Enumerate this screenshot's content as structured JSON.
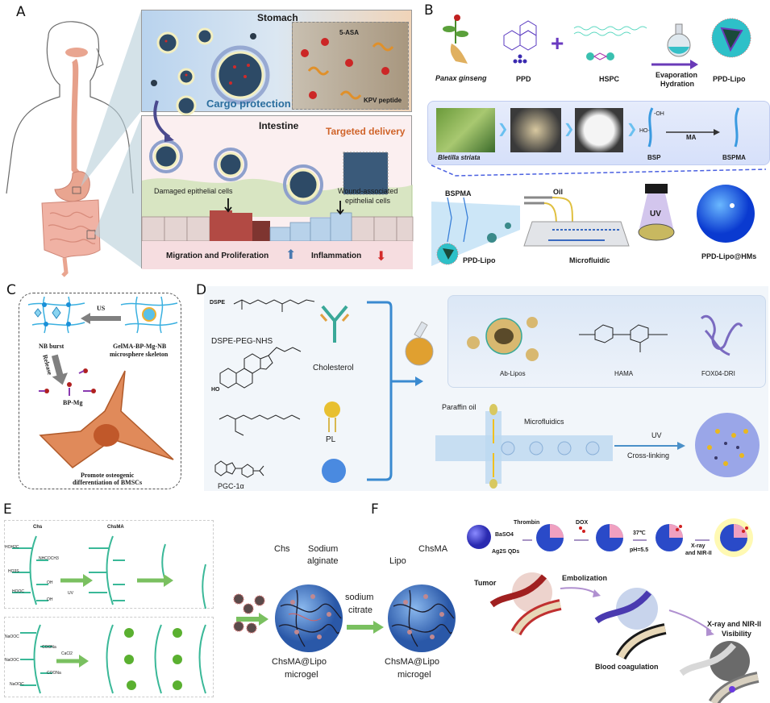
{
  "panels": {
    "A": {
      "label": "A",
      "stomach": {
        "title": "Stomach",
        "cargo_protection": "Cargo protection",
        "asa_label": "5-ASA",
        "kpv_label": "KPV peptide"
      },
      "intestine": {
        "title": "Intestine",
        "targeted_delivery": "Targeted delivery",
        "damaged_cells": "Damaged epithelial cells",
        "wound_cells_line1": "Wound-associated",
        "wound_cells_line2": "epithelial cells",
        "migration": "Migration and Proliferation",
        "inflammation": "Inflammation"
      },
      "colors": {
        "accent_blue": "#2b6e9e",
        "targeted_orange": "#d0642a",
        "up_arrow": "#4a7ab0",
        "down_arrow": "#d42a2a"
      }
    },
    "B": {
      "label": "B",
      "top_row": [
        "Panax ginseng",
        "PPD",
        "HSPC",
        "Evaporation",
        "Hydration",
        "PPD-Lipo"
      ],
      "middle_row": {
        "bletilla": "Bletilla striata",
        "bsp": "BSP",
        "ma": "MA",
        "bspma": "BSPMA",
        "oh1": "-OH",
        "oh2": "HO-"
      },
      "bottom_row": {
        "bspma": "BSPMA",
        "oil": "Oil",
        "uv": "UV",
        "ppd_lipo": "PPD-Lipo",
        "microfluidic": "Microfluidic",
        "ppd_lipo_hms": "PPD-Lipo@HMs"
      }
    },
    "C": {
      "label": "C",
      "us": "US",
      "nb_burst": "NB burst",
      "skeleton_line1": "GelMA-BP-Mg-NB",
      "skeleton_line2": "microsphere skeleton",
      "release": "Release",
      "bp_mg": "BP-Mg",
      "promote_line1": "Promote osteogenic",
      "promote_line2": "differentiation of BMSCs"
    },
    "D": {
      "label": "D",
      "dspe": "DSPE",
      "dspe_peg_nhs": "DSPE-PEG-NHS",
      "cholesterol": "Cholesterol",
      "ho": "HO",
      "pl": "PL",
      "pgc": "PGC-1α",
      "ab_lipos": "Ab-Lipos",
      "hama": "HAMA",
      "fox": "FOX04-DRI",
      "paraffin": "Paraffin oil",
      "microfluidics": "Microfluidics",
      "uv": "UV",
      "crosslinking": "Cross-linking"
    },
    "E": {
      "label": "E",
      "chs": "Chs",
      "chsma": "ChsMA",
      "uv": "UV",
      "cacl2": "CaCl2",
      "groups_left": [
        "HOH2C",
        "NHCOCH3",
        "HO3S",
        "OH",
        "HOOC",
        "OH"
      ],
      "groups_na": [
        "NaOOC",
        "COONa",
        "NaOOC",
        "COONa",
        "NaOOC"
      ],
      "gel1_chs": "Chs",
      "gel1_sodium": "Sodium",
      "gel1_alginate": "alginate",
      "gel1_name_line1": "ChsMA@Lipo",
      "gel1_name_line2": "microgel",
      "sodium": "sodium",
      "citrate": "citrate",
      "gel2_lipo": "Lipo",
      "gel2_chsma": "ChsMA",
      "gel2_name_line1": "ChsMA@Lipo",
      "gel2_name_line2": "microgel"
    },
    "F": {
      "label": "F",
      "baso4": "BaSO4",
      "ag2s": "Ag2S QDs",
      "thrombin": "Thrombin",
      "dox": "DOX",
      "temp": "37℃",
      "ph": "pH=5.5",
      "xray_small_line1": "X-ray",
      "xray_small_line2": "and NIR-II",
      "tumor": "Tumor",
      "embolization": "Embolization",
      "xray_line1": "X-ray and NIR-II",
      "xray_line2": "Visibility",
      "blood_coagulation": "Blood coagulation"
    }
  }
}
